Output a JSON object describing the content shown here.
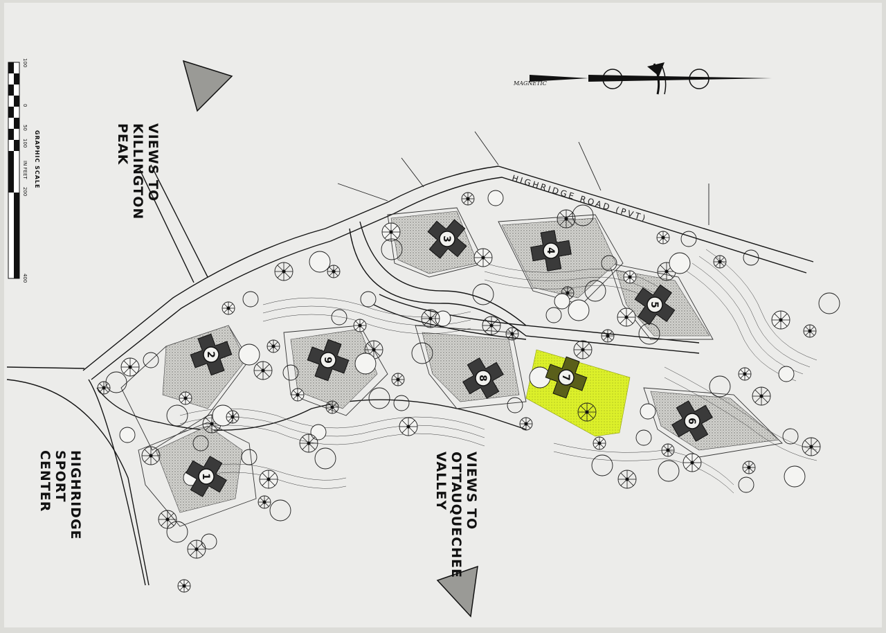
{
  "labels": {
    "views_killington": [
      "VIEWS TO",
      "KILLINGTON",
      "PEAK"
    ],
    "sport_center": [
      "HIGHRIDGE",
      "SPORT",
      "CENTER"
    ],
    "views_valley": [
      "VIEWS TO",
      "OTTAUQUECHEE",
      "VALLEY"
    ],
    "road": "HIGHRIDGE ROAD (PVT)",
    "magnetic": "MAGNETIC"
  },
  "scale": {
    "title": "GRAPHIC SCALE",
    "unit": "IN FEET",
    "ticks": [
      "100",
      "0",
      "50",
      "100",
      "200",
      "400"
    ]
  },
  "lots": [
    {
      "number": "1",
      "highlighted": false
    },
    {
      "number": "2",
      "highlighted": false
    },
    {
      "number": "3",
      "highlighted": false
    },
    {
      "number": "4",
      "highlighted": false
    },
    {
      "number": "5",
      "highlighted": false
    },
    {
      "number": "6",
      "highlighted": false
    },
    {
      "number": "7",
      "highlighted": true
    },
    {
      "number": "8",
      "highlighted": false
    },
    {
      "number": "9",
      "highlighted": false
    }
  ],
  "colors": {
    "paper": "#ececea",
    "ink": "#151515",
    "stipple": "#b9b9b5",
    "highlight": "#dcf02a"
  }
}
